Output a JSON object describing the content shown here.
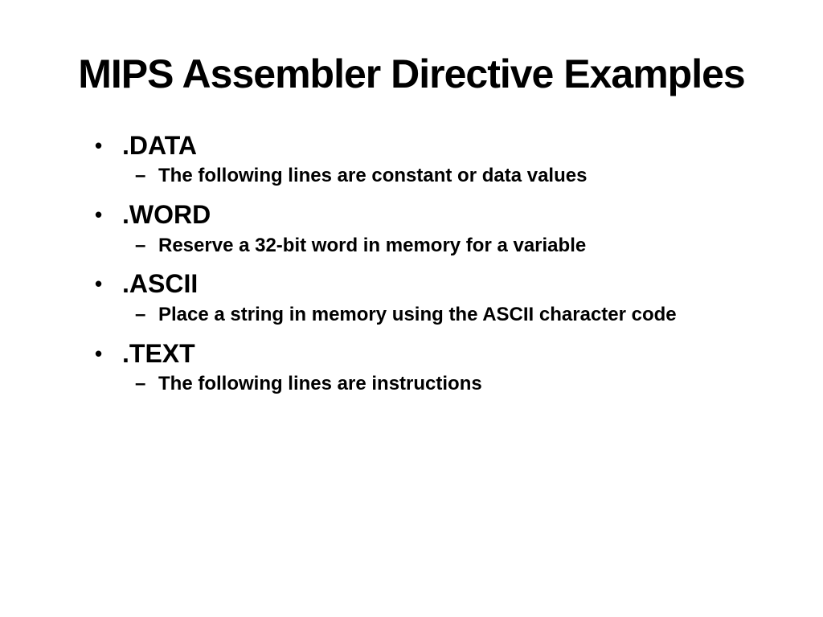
{
  "slide": {
    "title": "MIPS Assembler Directive Examples",
    "markers": {
      "bullet": "•",
      "dash": "–"
    },
    "bullets": [
      {
        "term": ".DATA",
        "desc": "The following lines are constant or data values"
      },
      {
        "term": ".WORD",
        "desc": "Reserve a 32-bit word in memory for a variable"
      },
      {
        "term": ".ASCII",
        "desc": "Place a string in memory using the ASCII character code"
      },
      {
        "term": ".TEXT",
        "desc": "The following lines are instructions"
      }
    ],
    "colors": {
      "background": "#ffffff",
      "text": "#000000"
    }
  }
}
